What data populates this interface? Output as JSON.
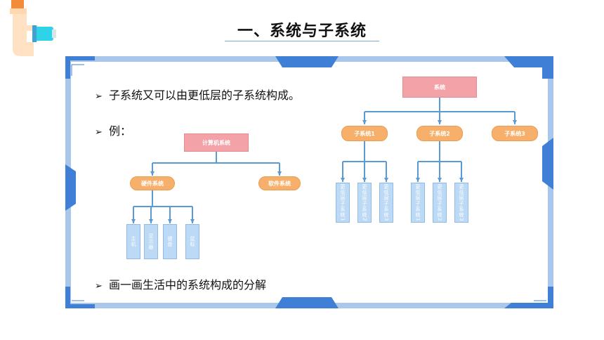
{
  "header": {
    "title": "一、系统与子系统"
  },
  "bullets": [
    {
      "marker": "➢",
      "text": "子系统又可以由更低层的子系统构成。"
    },
    {
      "marker": "➢",
      "text": "例："
    },
    {
      "marker": "➢",
      "text": "画一画生活中的系统构成的分解"
    }
  ],
  "example_tree": {
    "root": "计算机系统",
    "children": [
      "硬件系统",
      "软件系统"
    ],
    "leaves": [
      "主机",
      "显示器",
      "键盘",
      "鼠标"
    ]
  },
  "generic_tree": {
    "root": "系统",
    "children": [
      "子系统1",
      "子系统2",
      "子系统3"
    ],
    "leaves": [
      "更低层子系统1",
      "更低层子系统2",
      "更低层子系统3",
      "更低层子系统1",
      "更低层子系统2",
      "更低层子系统3"
    ]
  },
  "colors": {
    "frame": "#a9c7ea",
    "accent": "#3f7fd6",
    "connector": "#5b9bd5",
    "root_box": "#f3a3a8",
    "mid_box": "#f6b06c",
    "leaf_box": "#bcd9f5"
  }
}
